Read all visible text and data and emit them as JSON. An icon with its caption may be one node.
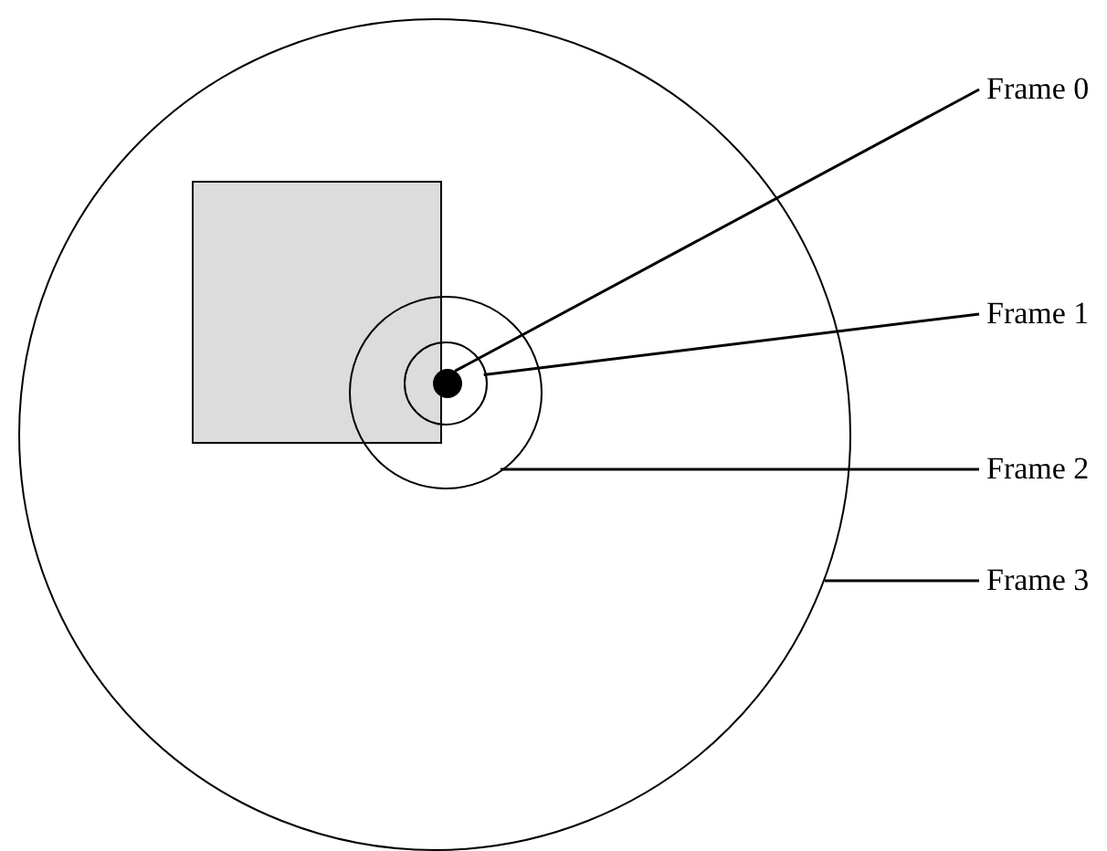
{
  "diagram": {
    "nodes": [
      {
        "text": [],
        "shape": "circle"
      },
      {
        "text": [],
        "shape": "box",
        "in": 0
      },
      {
        "text": [],
        "shape": "circle",
        "in": 0
      },
      {
        "text": [],
        "shape": "circle",
        "in": 2
      },
      {
        "text": [],
        "shape": "circle",
        "in": 3
      },
      {
        "text": [
          "Frame 0"
        ]
      },
      {
        "text": [
          "Frame 1"
        ]
      },
      {
        "text": [
          "Frame 2"
        ]
      },
      {
        "text": [
          "Frame 3"
        ]
      }
    ],
    "edges": [
      {
        "from": 5,
        "to": 4,
        "arrow": "none"
      },
      {
        "from": 6,
        "to": 3,
        "arrow": "none"
      },
      {
        "from": 7,
        "to": 2,
        "arrow": "none"
      },
      {
        "from": 8,
        "to": 0,
        "arrow": "none"
      }
    ]
  }
}
